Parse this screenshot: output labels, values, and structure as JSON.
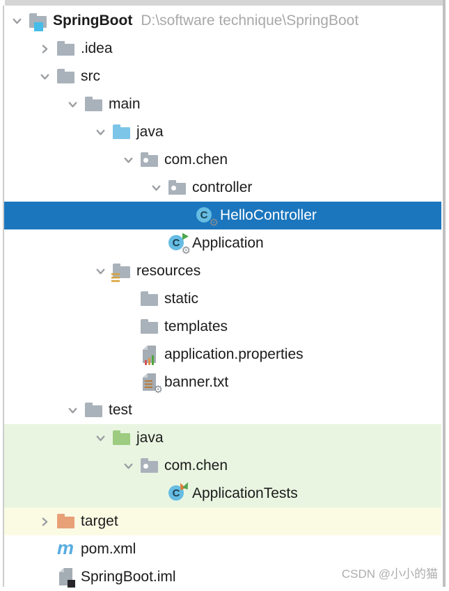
{
  "window": {
    "app": "IntelliJ IDEA project tree panel"
  },
  "tree": {
    "items": [
      {
        "label": "SpringBoot",
        "path": "D:\\software technique\\SpringBoot",
        "icon": "project-folder",
        "level": 0,
        "state": "expanded",
        "highlight": null
      },
      {
        "label": ".idea",
        "icon": "folder",
        "level": 1,
        "state": "collapsed",
        "highlight": null
      },
      {
        "label": "src",
        "icon": "folder",
        "level": 1,
        "state": "expanded",
        "highlight": null
      },
      {
        "label": "main",
        "icon": "folder",
        "level": 2,
        "state": "expanded",
        "highlight": null
      },
      {
        "label": "java",
        "icon": "sources-root-folder",
        "level": 3,
        "state": "expanded",
        "highlight": null
      },
      {
        "label": "com.chen",
        "icon": "package",
        "level": 4,
        "state": "expanded",
        "highlight": null
      },
      {
        "label": "controller",
        "icon": "package",
        "level": 5,
        "state": "expanded",
        "highlight": null
      },
      {
        "label": "HelloController",
        "icon": "class-spring-bean",
        "level": 6,
        "state": "leaf",
        "highlight": "selected"
      },
      {
        "label": "Application",
        "icon": "class-runnable-spring",
        "level": 5,
        "state": "leaf",
        "highlight": null
      },
      {
        "label": "resources",
        "icon": "resources-root-folder",
        "level": 3,
        "state": "expanded",
        "highlight": null
      },
      {
        "label": "static",
        "icon": "folder",
        "level": 4,
        "state": "leaf",
        "highlight": null
      },
      {
        "label": "templates",
        "icon": "folder",
        "level": 4,
        "state": "leaf",
        "highlight": null
      },
      {
        "label": "application.properties",
        "icon": "properties-file",
        "level": 4,
        "state": "leaf",
        "highlight": null
      },
      {
        "label": "banner.txt",
        "icon": "text-file-spring",
        "level": 4,
        "state": "leaf",
        "highlight": null
      },
      {
        "label": "test",
        "icon": "folder",
        "level": 2,
        "state": "expanded",
        "highlight": null
      },
      {
        "label": "java",
        "icon": "test-sources-root-folder",
        "level": 3,
        "state": "expanded",
        "highlight": "green"
      },
      {
        "label": "com.chen",
        "icon": "package",
        "level": 4,
        "state": "expanded",
        "highlight": "green"
      },
      {
        "label": "ApplicationTests",
        "icon": "test-class",
        "level": 5,
        "state": "leaf",
        "highlight": "green"
      },
      {
        "label": "target",
        "icon": "excluded-folder",
        "level": 1,
        "state": "collapsed",
        "highlight": "yellow"
      },
      {
        "label": "pom.xml",
        "icon": "maven-file",
        "level": 1,
        "state": "leaf",
        "highlight": null
      },
      {
        "label": "SpringBoot.iml",
        "icon": "module-file",
        "level": 1,
        "state": "leaf",
        "highlight": null
      }
    ]
  },
  "glyphs": {
    "class_letter": "C",
    "maven_letter": "m",
    "gear": "⚙"
  },
  "colors": {
    "selection_bg": "#1B76BD",
    "selection_text": "#FFFFFF",
    "test_rows_bg": "#E9F5E1",
    "excluded_row_bg": "#FBFBE4",
    "folder_gray": "#A9B2BA",
    "sources_folder_blue": "#7CC5E8",
    "test_folder_green": "#9DCC80",
    "excluded_folder_orange": "#E8A077",
    "class_circle_blue": "#66BCE3",
    "project_badge_blue": "#45BCE9",
    "maven_blue": "#57ACE1",
    "run_badge_green": "#4CA64C"
  },
  "watermark": {
    "text": "CSDN @小小的猫"
  }
}
